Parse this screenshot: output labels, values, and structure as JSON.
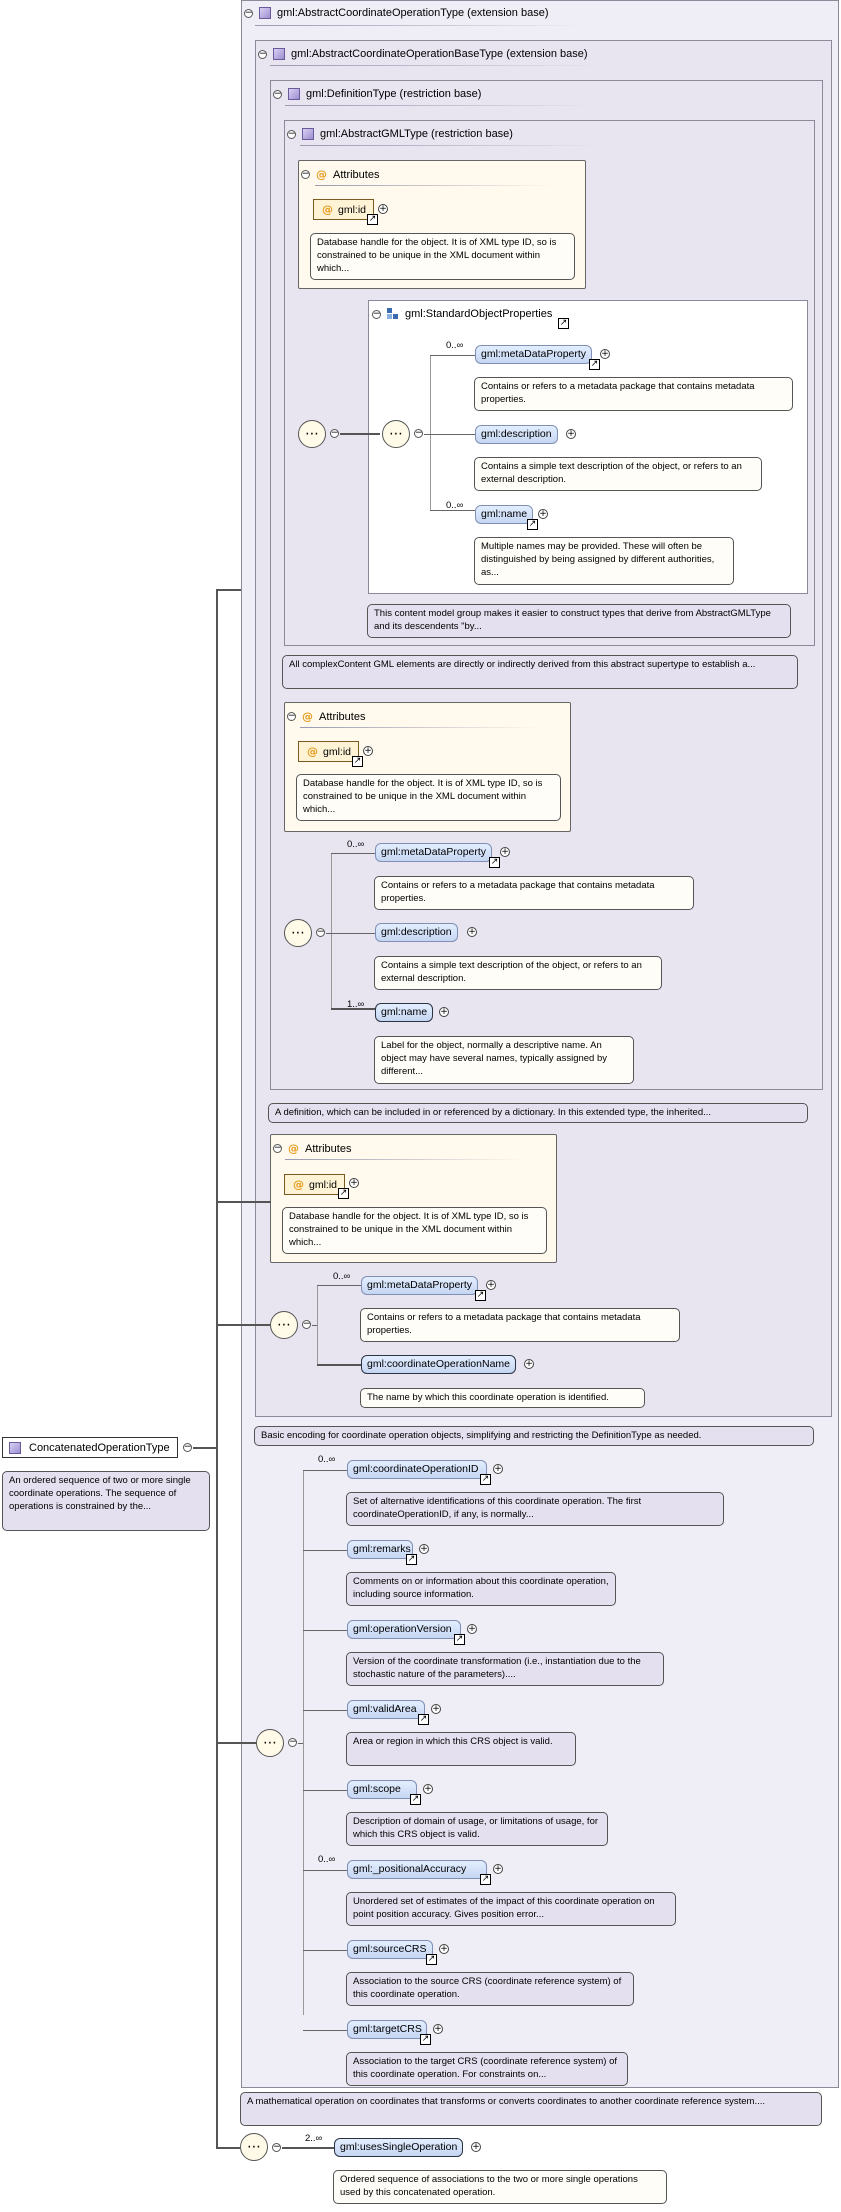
{
  "root": {
    "name": "ConcatenatedOperationType",
    "doc": "An ordered sequence of two or more single coordinate operations. The sequence of operations is constrained by the..."
  },
  "types": {
    "abstract_coord_op": "gml:AbstractCoordinateOperationType (extension base)",
    "abstract_coord_op_base": "gml:AbstractCoordinateOperationBaseType (extension base)",
    "definition": "gml:DefinitionType (restriction base)",
    "abstract_gml": "gml:AbstractGMLType (restriction base)"
  },
  "attributes_label": "Attributes",
  "gml_id": "gml:id",
  "gml_id_doc": "Database handle for the object. It is of XML type ID, so is constrained to be unique in the XML document within which...",
  "standard_object_properties": "gml:StandardObjectProperties",
  "group": {
    "meta_card": "0..∞",
    "meta": "gml:metaDataProperty",
    "meta_doc": "Contains or refers to a metadata package that contains metadata properties.",
    "desc": "gml:description",
    "desc_doc": "Contains a simple text description of the object, or refers to an external description.",
    "name_card": "0..∞",
    "name": "gml:name",
    "name_doc": "Multiple names may be provided. These will often be distinguished by being assigned by different authorities, as...",
    "group_doc": "This content model group makes it easier to construct types that derive from AbstractGMLType and its descendents \"by..."
  },
  "abstract_gml_doc": "All complexContent GML elements are directly or indirectly derived from this abstract supertype to establish a...",
  "definition_seq": {
    "meta_card": "0..∞",
    "meta": "gml:metaDataProperty",
    "meta_doc": "Contains or refers to a metadata package that contains metadata properties.",
    "desc": "gml:description",
    "desc_doc": "Contains a simple text description of the object, or refers to an external description.",
    "name_card": "1..∞",
    "name": "gml:name",
    "name_doc": "Label for the object, normally a descriptive name. An object may have several names, typically assigned by different..."
  },
  "definition_doc": "A definition, which can be included in or referenced by a dictionary. In this extended type, the inherited...",
  "base_seq": {
    "meta_card": "0..∞",
    "meta": "gml:metaDataProperty",
    "meta_doc": "Contains or refers to a metadata package that contains metadata properties.",
    "con": "gml:coordinateOperationName",
    "con_doc": "The name by which this coordinate operation is identified."
  },
  "base_doc": "Basic encoding for coordinate operation objects, simplifying and restricting the DefinitionType as needed.",
  "op_seq": [
    {
      "card": "0..∞",
      "name": "gml:coordinateOperationID",
      "doc": "Set of alternative identifications of this coordinate operation. The first coordinateOperationID, if any, is normally..."
    },
    {
      "card": "",
      "name": "gml:remarks",
      "doc": "Comments on or information about this coordinate operation, including source information."
    },
    {
      "card": "",
      "name": "gml:operationVersion",
      "doc": "Version of the coordinate transformation (i.e., instantiation due to the stochastic nature of the parameters)...."
    },
    {
      "card": "",
      "name": "gml:validArea",
      "doc": "Area or region in which this CRS object is valid."
    },
    {
      "card": "",
      "name": "gml:scope",
      "doc": "Description of domain of usage, or limitations of usage, for which this CRS object is valid."
    },
    {
      "card": "0..∞",
      "name": "gml:_positionalAccuracy",
      "doc": "Unordered set of estimates of the impact of this coordinate operation on point position accuracy. Gives position error..."
    },
    {
      "card": "",
      "name": "gml:sourceCRS",
      "doc": "Association to the source CRS (coordinate reference system) of this coordinate operation."
    },
    {
      "card": "",
      "name": "gml:targetCRS",
      "doc": "Association to the target CRS (coordinate reference system) of this coordinate operation. For constraints on..."
    }
  ],
  "op_doc": "A mathematical operation on coordinates that transforms or converts coordinates to another coordinate reference system....",
  "uses": {
    "card": "2..∞",
    "name": "gml:usesSingleOperation",
    "doc": "Ordered sequence of associations to the two or more single operations used by this concatenated operation."
  },
  "symbols": {
    "collapse": "−",
    "expand": "+",
    "link": "↗",
    "sequence": "⋯",
    "attribute": "@"
  }
}
